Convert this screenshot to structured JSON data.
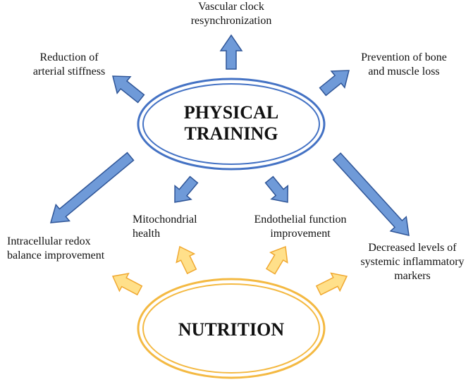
{
  "hubs": {
    "physical_training": {
      "lines": [
        "PHYSICAL",
        "TRAINING"
      ]
    },
    "nutrition": {
      "lines": [
        "NUTRITION"
      ]
    }
  },
  "outcomes": {
    "vascular_clock": {
      "lines": [
        "Vascular clock",
        "resynchronization"
      ]
    },
    "arterial_stiffness": {
      "lines": [
        "Reduction of",
        "arterial stiffness"
      ]
    },
    "bone_muscle": {
      "lines": [
        "Prevention of bone",
        "and muscle loss"
      ]
    },
    "redox": {
      "lines": [
        "Intracellular redox",
        "balance improvement"
      ]
    },
    "mitochondrial": {
      "lines": [
        "Mitochondrial",
        "health"
      ]
    },
    "endothelial": {
      "lines": [
        "Endothelial function",
        "improvement"
      ]
    },
    "inflammatory": {
      "lines": [
        "Decreased levels of",
        "systemic inflammatory",
        "markers"
      ]
    }
  },
  "colors": {
    "training_stroke": "#4472c4",
    "training_arrow_fill": "#6f9ad8",
    "training_arrow_stroke": "#2f5597",
    "nutrition_stroke": "#f4b942",
    "nutrition_arrow_fill": "#ffe08a",
    "nutrition_arrow_stroke": "#f0a830",
    "text": "#111111"
  }
}
